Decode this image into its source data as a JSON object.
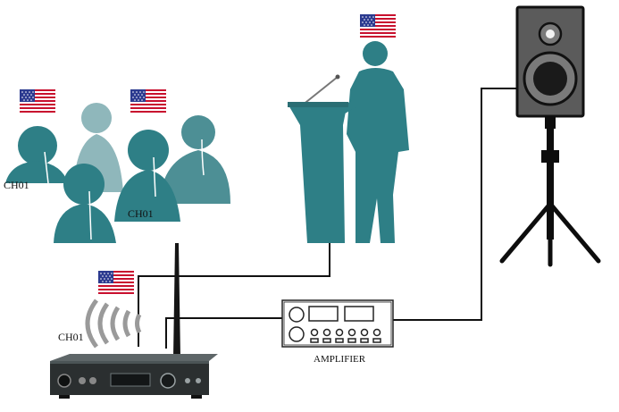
{
  "labels": {
    "listener_channel_left": "CH01",
    "listener_channel_center": "CH01",
    "transmitter_channel": "CH01",
    "amplifier": "AMPLIFIER"
  },
  "colors": {
    "teal_person": "#2e7f86",
    "teal_light": "#8fb7bb",
    "teal_mid": "#4d8f95",
    "cable": "#111111",
    "speaker_body": "#5b5b5b",
    "speaker_stand": "#0d0d0d",
    "transmitter_body": "#2b2f30",
    "amplifier_outline": "#222222",
    "wave": "#9a9a9a",
    "flag_red": "#c8102e",
    "flag_blue": "#2b3a8f",
    "flag_white": "#ffffff"
  },
  "icons": {
    "flag": "us-flag-icon",
    "speaker": "loudspeaker-icon",
    "podium": "podium-with-speaker-icon",
    "listeners": "listeners-with-earphones-icon",
    "transmitter": "wireless-transmitter-icon",
    "amplifier": "amplifier-icon",
    "waves": "wireless-waves-icon"
  }
}
